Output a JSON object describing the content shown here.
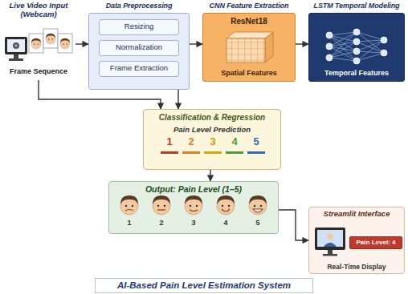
{
  "diagram": {
    "title": "AI-Based Pain Level Estimation System",
    "nodes": [
      {
        "text": [
          "Live Video Input (Webcam)",
          "Frame Sequence"
        ]
      },
      {
        "text": [
          "Data Preprocessing"
        ]
      },
      {
        "text": [
          "Resizing"
        ],
        "in": 1
      },
      {
        "text": [
          "Normalization"
        ],
        "in": 1
      },
      {
        "text": [
          "Frame Extraction"
        ],
        "in": 1
      },
      {
        "text": [
          "CNN Feature Extraction",
          "ResNet18",
          "Spatial Features"
        ]
      },
      {
        "text": [
          "LSTM Temporal Modeling",
          "Temporal Features"
        ]
      },
      {
        "text": [
          "Classification & Regression",
          "Pain Level Prediction"
        ]
      },
      {
        "text": [
          "Output: Pain Level (1–5)"
        ]
      },
      {
        "text": [
          "Streamlit Interface",
          "Real-Time Display"
        ]
      },
      {
        "text": [
          "Pain Level: 4"
        ],
        "in": 9
      }
    ],
    "edges": [
      {
        "from": 0,
        "to": 1,
        "arrow": "to"
      },
      {
        "from": 1,
        "to": 5,
        "arrow": "to"
      },
      {
        "from": 5,
        "to": 6,
        "arrow": "to"
      },
      {
        "from": 0,
        "to": 7,
        "arrow": "to"
      },
      {
        "from": 1,
        "to": 7,
        "arrow": "to"
      },
      {
        "from": 7,
        "to": 8,
        "arrow": "to"
      },
      {
        "from": 8,
        "to": 9,
        "arrow": "to"
      }
    ],
    "labels": [
      "1",
      "2",
      "3",
      "4",
      "5",
      "1",
      "2",
      "3",
      "4",
      "5"
    ]
  }
}
